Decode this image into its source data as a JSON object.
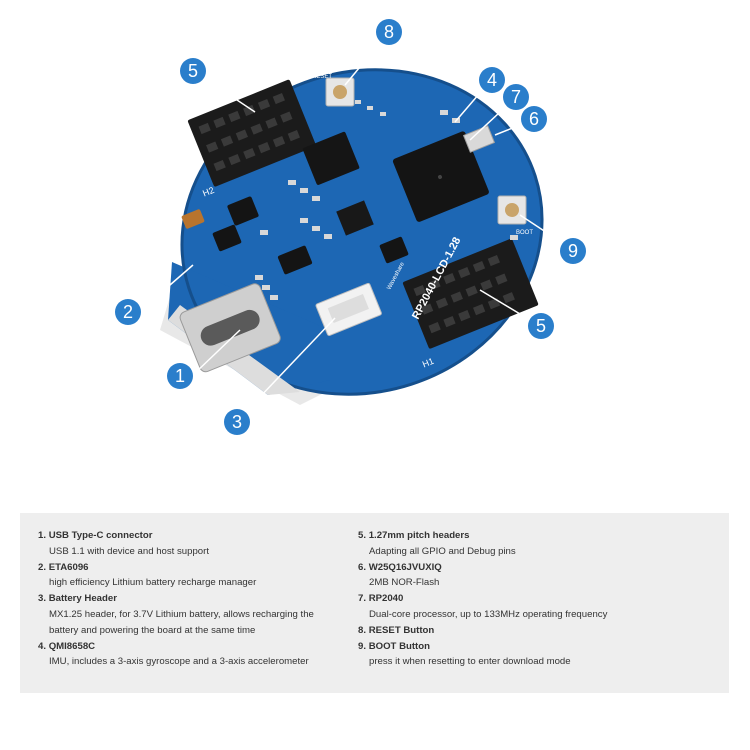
{
  "board_text": {
    "model": "RP2040-LCD-1.28",
    "brand": "Waveshare",
    "header_h1": "H1",
    "header_h2": "H2",
    "reset_label": "RESET",
    "boot_label": "BOOT"
  },
  "callouts": [
    "1",
    "2",
    "3",
    "4",
    "5",
    "5",
    "6",
    "7",
    "8",
    "9"
  ],
  "colors": {
    "callout": "#2a7ecb",
    "pcb": "#1d67b4",
    "legend_bg": "#eeeeee"
  },
  "legend": {
    "left": [
      {
        "num": "1.",
        "title": "USB Type-C connector",
        "desc": [
          "USB 1.1 with device and host support"
        ]
      },
      {
        "num": "2.",
        "title": "ETA6096",
        "desc": [
          "high efficiency Lithium battery recharge manager"
        ]
      },
      {
        "num": "3.",
        "title": "Battery Header",
        "desc": [
          "MX1.25 header, for 3.7V Lithium battery, allows recharging the",
          "battery and powering the board at the same time"
        ]
      },
      {
        "num": "4.",
        "title": "QMI8658C",
        "desc": [
          "IMU, includes a 3-axis gyroscope and a 3-axis accelerometer"
        ]
      }
    ],
    "right": [
      {
        "num": "5.",
        "title": "1.27mm pitch headers",
        "desc": [
          "Adapting all GPIO and Debug pins"
        ]
      },
      {
        "num": "6.",
        "title": "W25Q16JVUXIQ",
        "desc": [
          "2MB NOR-Flash"
        ]
      },
      {
        "num": "7.",
        "title": "RP2040",
        "desc": [
          "Dual-core processor, up to 133MHz operating frequency"
        ]
      },
      {
        "num": "8.",
        "title": "RESET Button",
        "desc": []
      },
      {
        "num": "9.",
        "title": "BOOT Button",
        "desc": [
          "press it when resetting to enter download mode"
        ]
      }
    ]
  }
}
